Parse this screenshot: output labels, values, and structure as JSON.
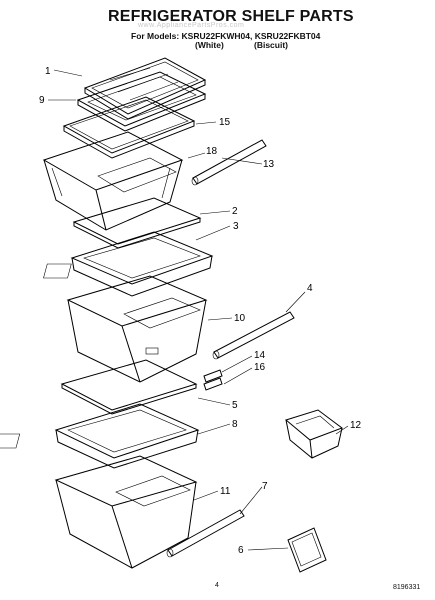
{
  "header": {
    "title": "REFRIGERATOR SHELF PARTS",
    "models_line": "For Models: KSRU22FKWH04, KSRU22FKBT04",
    "variant_white": "(White)",
    "variant_biscuit": "(Biscuit)",
    "watermark": "www.AppliancePartsPros.com"
  },
  "footer": {
    "page_number": "4",
    "document_number": "8196331"
  },
  "callouts": [
    "1",
    "9",
    "15",
    "18",
    "13",
    "2",
    "3",
    "4",
    "10",
    "14",
    "16",
    "5",
    "8",
    "12",
    "11",
    "7",
    "6"
  ],
  "parts": [
    "glass-shelf-with-frame",
    "shelf-frame",
    "glass-shelf",
    "crisper-drawer-upper",
    "drawer-slide-rail-13",
    "crisper-cover-2",
    "crisper-cover-frame-3",
    "drawer-slide-rail-4",
    "crisper-drawer-middle",
    "slide-bracket-14",
    "slide-bracket-16",
    "crisper-cover-5",
    "crisper-cover-frame-8",
    "door-bin-12",
    "crisper-drawer-lower",
    "drawer-slide-rail-7",
    "humidity-control-6"
  ]
}
